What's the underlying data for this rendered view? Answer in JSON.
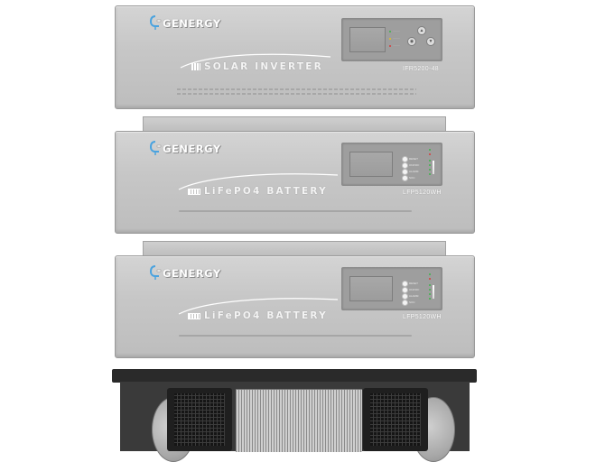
{
  "brand": {
    "name": "GENERGY",
    "tagline": "",
    "accent_color": "#4aa3df"
  },
  "inverter": {
    "product_name": "SOLAR INVERTER",
    "model": "IFR5200-48",
    "indicator_colors": [
      "#3bb54a",
      "#e8c020",
      "#d83a3a"
    ]
  },
  "batteries": [
    {
      "product_name": "LiFePO4 BATTERY",
      "model": "LFP5120WH",
      "button_labels": [
        "RESET",
        "ON/OFF",
        "ALARM",
        "SOC"
      ]
    },
    {
      "product_name": "LiFePO4 BATTERY",
      "model": "LFP5120WH",
      "button_labels": [
        "RESET",
        "ON/OFF",
        "ALARM",
        "SOC"
      ]
    }
  ],
  "colors": {
    "chassis": "#c4c4c4",
    "base": "#2a2a2a",
    "wheel": "#b4b4b4"
  }
}
